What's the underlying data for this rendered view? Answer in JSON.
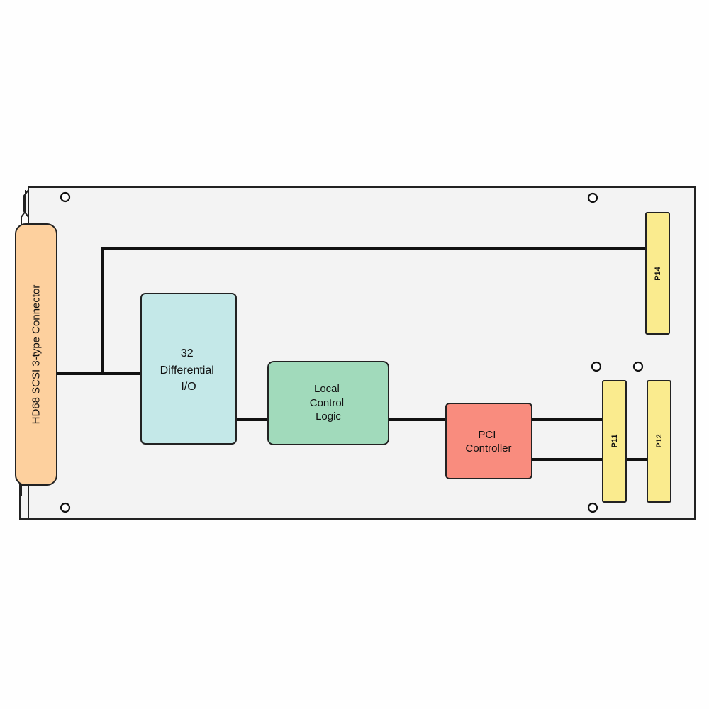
{
  "colors": {
    "board": "#f3f3f3",
    "scsi_connector": "#fdd09e",
    "differential_io": "#c4e8e8",
    "local_control_logic": "#a1dabb",
    "pci_controller": "#f98c7e",
    "header_connectors": "#faeb8e"
  },
  "blocks": {
    "scsi_connector": {
      "label": "HD68 SCSI 3-type Connector"
    },
    "differential_io": {
      "lines": [
        "32",
        "Differential",
        "I/O"
      ]
    },
    "local_control_logic": {
      "lines": [
        "Local",
        "Control",
        "Logic"
      ]
    },
    "pci_controller": {
      "lines": [
        "PCI",
        "Controller"
      ]
    }
  },
  "connectors": {
    "p14": "P14",
    "p11": "P11",
    "p12": "P12"
  }
}
